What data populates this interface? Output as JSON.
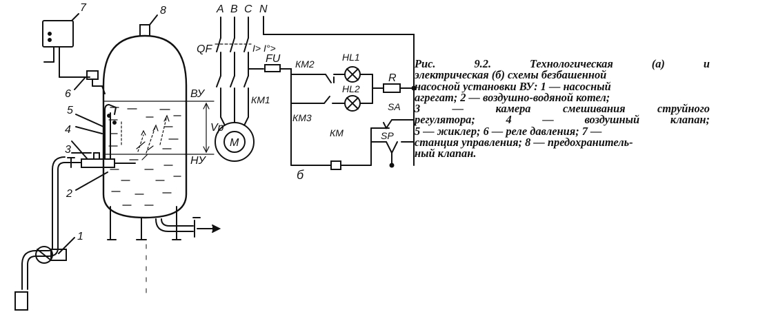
{
  "diagram": {
    "tech_labels": {
      "n1": "1",
      "n2": "2",
      "n3": "3",
      "n4": "4",
      "n5": "5",
      "n6": "6",
      "n7": "7",
      "n8": "8",
      "upper_level": "ВУ",
      "lower_level": "НУ",
      "volume": "Vр"
    },
    "elec_labels": {
      "phase_a": "A",
      "phase_b": "B",
      "phase_c": "C",
      "neutral": "N",
      "breaker": "QF",
      "breaker_setting": "I> I°>",
      "fuse": "FU",
      "km2": "КМ2",
      "km3": "КМ3",
      "km1": "КМ1",
      "hl1": "HL1",
      "hl2": "HL2",
      "resistor": "R",
      "switch": "SA",
      "relay_coil": "КМ",
      "pressure_switch": "SP",
      "motor": "М",
      "part_b": "б"
    }
  },
  "caption": {
    "lines": [
      [
        "Рис.",
        "9.2.",
        "Технологическая",
        "(а)",
        "и"
      ],
      [
        "электрическая (б) схемы безбашенной"
      ],
      [
        "насосной установки ВУ: 1 — насосный"
      ],
      [
        "агрегат; 2 — воздушно-водяной котел;"
      ],
      [
        "3",
        "—",
        "камера",
        "смешивания",
        "струйного"
      ],
      [
        "регулятора;",
        "4",
        "—",
        "воздушный",
        "клапан;"
      ],
      [
        "5 — жиклер; 6 — реле давления; 7 —"
      ],
      [
        "станция управления; 8 — предохранитель-"
      ],
      [
        "ный клапан."
      ]
    ]
  }
}
